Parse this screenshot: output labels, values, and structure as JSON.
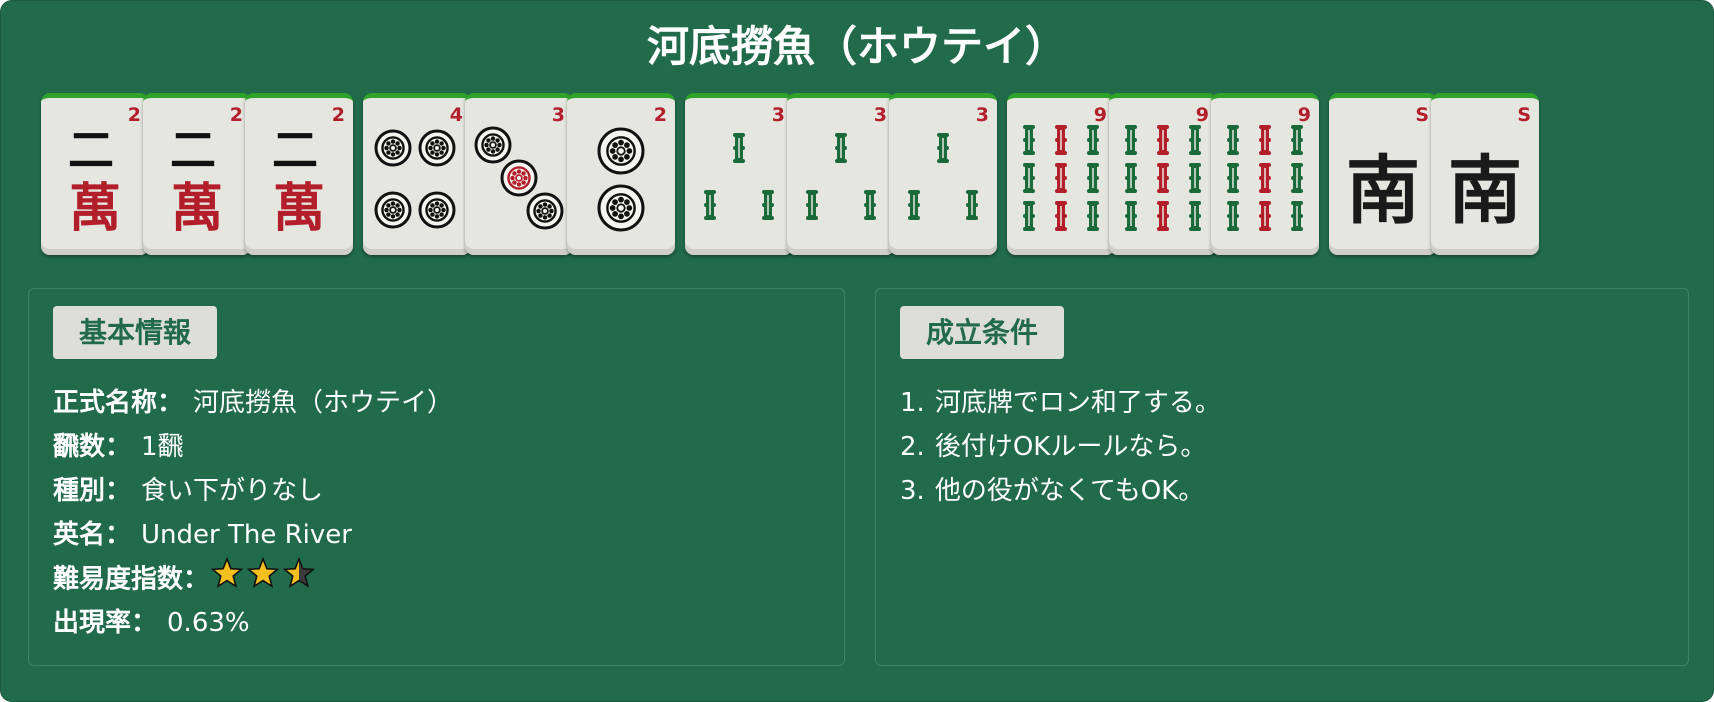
{
  "title": "河底撈魚（ホウテイ）",
  "tiles": [
    {
      "kind": "man",
      "rank": 2,
      "badge": "2",
      "badge_color": "#b21e2a"
    },
    {
      "kind": "man",
      "rank": 2,
      "badge": "2",
      "badge_color": "#b21e2a"
    },
    {
      "kind": "man",
      "rank": 2,
      "badge": "2",
      "badge_color": "#b21e2a"
    },
    {
      "kind": "pin",
      "rank": 4,
      "badge": "4",
      "badge_color": "#b21e2a"
    },
    {
      "kind": "pin",
      "rank": 3,
      "badge": "3",
      "badge_color": "#b21e2a"
    },
    {
      "kind": "pin",
      "rank": 2,
      "badge": "2",
      "badge_color": "#b21e2a"
    },
    {
      "kind": "sou",
      "rank": 3,
      "badge": "3",
      "badge_color": "#b21e2a"
    },
    {
      "kind": "sou",
      "rank": 3,
      "badge": "3",
      "badge_color": "#b21e2a"
    },
    {
      "kind": "sou",
      "rank": 3,
      "badge": "3",
      "badge_color": "#b21e2a"
    },
    {
      "kind": "sou",
      "rank": 9,
      "badge": "9",
      "badge_color": "#b21e2a"
    },
    {
      "kind": "sou",
      "rank": 9,
      "badge": "9",
      "badge_color": "#b21e2a"
    },
    {
      "kind": "sou",
      "rank": 9,
      "badge": "9",
      "badge_color": "#b21e2a"
    },
    {
      "kind": "wind",
      "glyph": "南",
      "badge": "S",
      "badge_color": "#b21e2a"
    },
    {
      "kind": "wind",
      "glyph": "南",
      "badge": "S",
      "badge_color": "#b21e2a"
    }
  ],
  "man_chars": {
    "2": "二",
    "suffix": "萬"
  },
  "basic": {
    "label": "基本情報",
    "official_name_key": "正式名称：",
    "official_name": "河底撈魚（ホウテイ）",
    "han_key": "飜数：",
    "han": "1飜",
    "type_key": "種別：",
    "type": "食い下がりなし",
    "english_key": "英名：",
    "english": "Under The River",
    "difficulty_key": "難易度指数：",
    "difficulty_stars": 2.5,
    "rate_key": "出現率：",
    "rate": "0.63%"
  },
  "conditions": {
    "label": "成立条件",
    "items": [
      {
        "num": "1.",
        "text": "河底牌でロン和了する。"
      },
      {
        "num": "2.",
        "text": "後付けOKルールなら。"
      },
      {
        "num": "3.",
        "text": "他の役がなくてもOK。"
      }
    ]
  },
  "colors": {
    "background": "#216b4b",
    "tile_face": "#e6e6e1",
    "tile_back": "#2fa32c",
    "man_red": "#b21e2a",
    "sou_green": "#1b6a3a",
    "star": "#f5bf1d"
  }
}
